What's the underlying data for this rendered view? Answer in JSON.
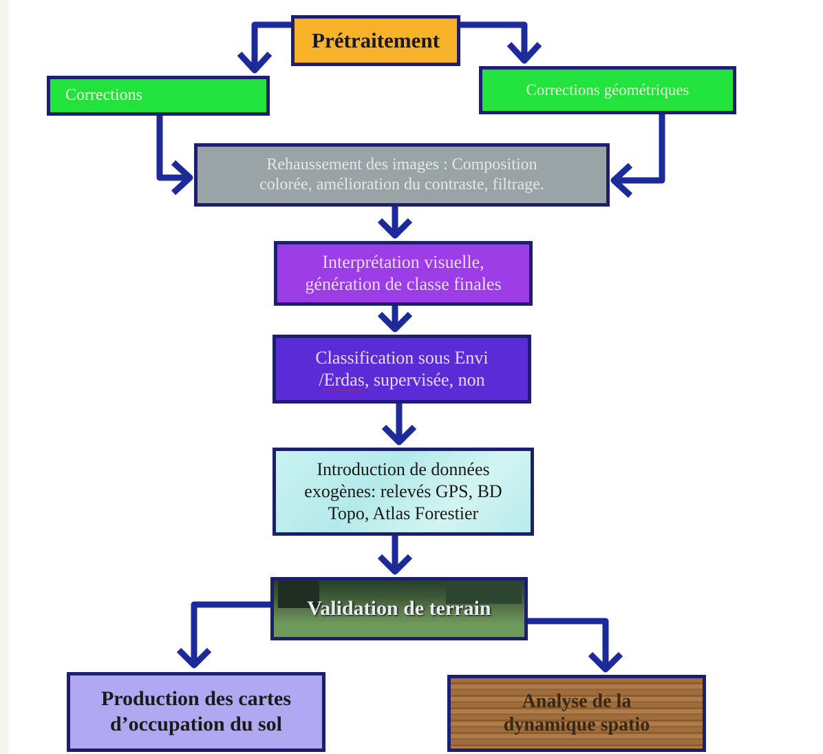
{
  "diagram": {
    "nodes": {
      "pretraitement": "Prétraitement",
      "corrections": "Corrections",
      "corrections_geometriques": "Corrections géométriques",
      "rehaussement_line1": "Rehaussement des images : Composition",
      "rehaussement_line2": "colorée, amélioration du contraste, filtrage.",
      "interpretation_line1": "Interprétation visuelle,",
      "interpretation_line2": "génération de classe finales",
      "classification_line1": "Classification sous Envi",
      "classification_prefix": "/",
      "classification_erdas": "Erdas",
      "classification_rest": ", supervisée, non",
      "introduction_line1": "Introduction de données",
      "introduction_line2": "exogènes: relevés GPS, BD",
      "introduction_line3": "Topo, Atlas Forestier",
      "validation": "Validation de terrain",
      "production_line1": "Production des cartes",
      "production_line2": "d’occupation du sol",
      "analyse_line1": "Analyse de la",
      "analyse_line2": "dynamique spatio"
    },
    "colors": {
      "arrow": "#1d2a9a",
      "border": "#1b1f6e",
      "pretraitement": "#f5b22a",
      "corrections": "#22e33c",
      "rehaussement": "#9aa3a6",
      "interpretation": "#9c3ce6",
      "classification": "#5a2bd6",
      "introduction": "#c9f2f2",
      "production": "#b2a8f2",
      "analyse": "#a06d3c"
    }
  }
}
